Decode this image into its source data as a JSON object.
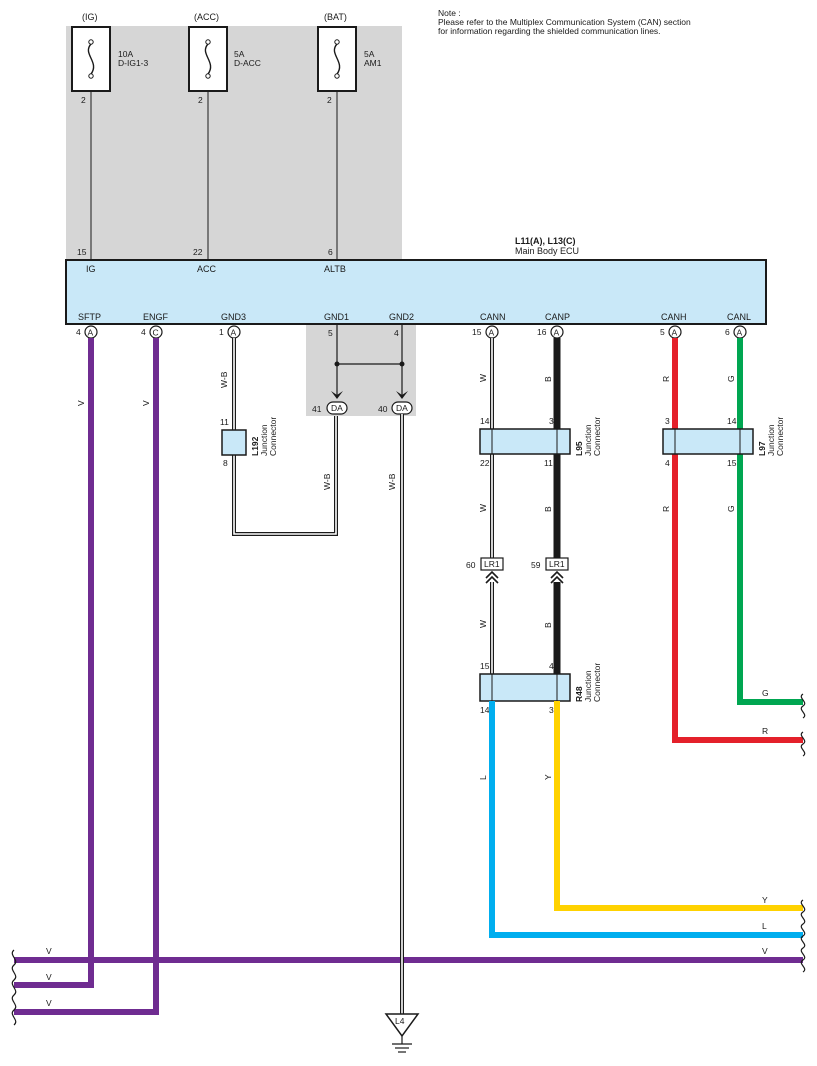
{
  "note": {
    "heading": "Note :",
    "line1": "Please refer to the Multiplex Communication System (CAN) section",
    "line2": "for information regarding the shielded communication lines."
  },
  "fuses": [
    {
      "source": "(IG)",
      "rating": "10A",
      "name": "D-IG1-3",
      "pin": "2"
    },
    {
      "source": "(ACC)",
      "rating": "5A",
      "name": "D-ACC",
      "pin": "2"
    },
    {
      "source": "(BAT)",
      "rating": "5A",
      "name": "AM1",
      "pin": "2"
    }
  ],
  "ecu": {
    "id": "L11(A), L13(C)",
    "name": "Main Body ECU",
    "top_pins": [
      {
        "num": "15",
        "label": "IG"
      },
      {
        "num": "22",
        "label": "ACC"
      },
      {
        "num": "6",
        "label": "ALTB"
      }
    ],
    "bottom_pins": [
      {
        "num": "4",
        "conn": "A",
        "label": "SFTP"
      },
      {
        "num": "4",
        "conn": "C",
        "label": "ENGF"
      },
      {
        "num": "1",
        "conn": "A",
        "label": "GND3"
      },
      {
        "num": "5",
        "conn": "",
        "label": "GND1"
      },
      {
        "num": "4",
        "conn": "",
        "label": "GND2"
      },
      {
        "num": "15",
        "conn": "A",
        "label": "CANN"
      },
      {
        "num": "16",
        "conn": "A",
        "label": "CANP"
      },
      {
        "num": "5",
        "conn": "A",
        "label": "CANH"
      },
      {
        "num": "6",
        "conn": "A",
        "label": "CANL"
      }
    ]
  },
  "da_pins": {
    "left": "41",
    "right": "40",
    "label": "DA"
  },
  "junctions": {
    "l192": {
      "id": "L192",
      "desc1": "Junction",
      "desc2": "Connector",
      "pin_top": "11",
      "pin_bottom": "8"
    },
    "l95": {
      "id": "L95",
      "desc1": "Junction",
      "desc2": "Connector",
      "pin_tl": "14",
      "pin_tr": "3",
      "pin_bl": "22",
      "pin_br": "11"
    },
    "l97": {
      "id": "L97",
      "desc1": "Junction",
      "desc2": "Connector",
      "pin_tl": "3",
      "pin_tr": "14",
      "pin_bl": "4",
      "pin_br": "15"
    },
    "r48": {
      "id": "R48",
      "desc1": "Junction",
      "desc2": "Connector",
      "pin_tl": "15",
      "pin_tr": "4",
      "pin_bl": "14",
      "pin_br": "3"
    }
  },
  "lr1": {
    "label": "LR1",
    "pin_left": "60",
    "pin_right": "59"
  },
  "ground": {
    "label": "L4"
  },
  "wire_colors": {
    "v": "V",
    "wb": "W-B",
    "w": "W",
    "b": "B",
    "r": "R",
    "g": "G",
    "l": "L",
    "y": "Y"
  },
  "colors": {
    "violet": "#6f2c91",
    "black": "#1a1a1a",
    "red": "#e4202a",
    "green": "#00a651",
    "blue": "#00aeef",
    "yellow": "#ffd200",
    "ecu_fill": "#c9e8f8",
    "shade": "#d6d6d6"
  }
}
